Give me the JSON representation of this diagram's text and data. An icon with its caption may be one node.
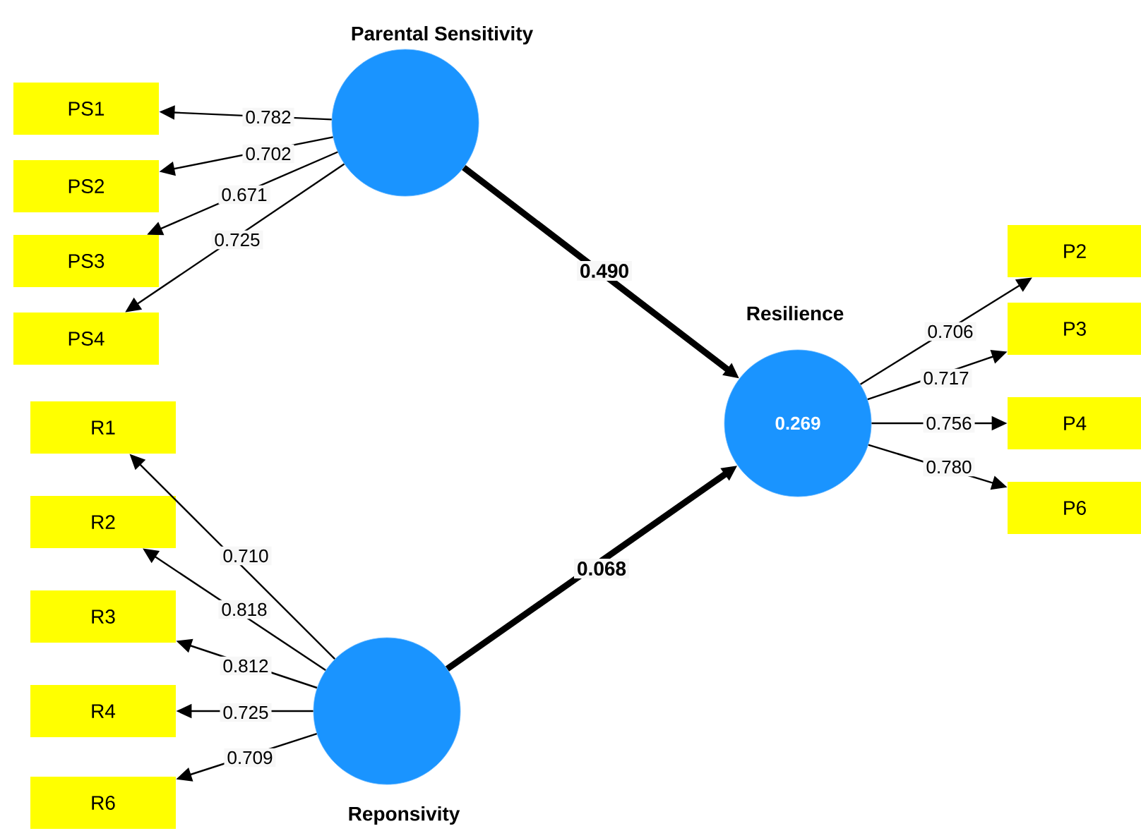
{
  "diagram": {
    "nodes": [
      {
        "text": [
          "Parental Sensitivity"
        ]
      },
      {
        "text": [
          "PS1"
        ]
      },
      {
        "text": [
          "PS2"
        ]
      },
      {
        "text": [
          "PS3"
        ]
      },
      {
        "text": [
          "PS4"
        ]
      },
      {
        "text": [
          "Resilience",
          "0.269"
        ]
      },
      {
        "text": [
          "P2"
        ]
      },
      {
        "text": [
          "P3"
        ]
      },
      {
        "text": [
          "P4"
        ]
      },
      {
        "text": [
          "P6"
        ]
      },
      {
        "text": [
          "Reponsivity"
        ]
      },
      {
        "text": [
          "R1"
        ]
      },
      {
        "text": [
          "R2"
        ]
      },
      {
        "text": [
          "R3"
        ]
      },
      {
        "text": [
          "R4"
        ]
      },
      {
        "text": [
          "R6"
        ]
      }
    ],
    "edges": [
      {
        "from": 0,
        "to": 1,
        "arrow": "to",
        "label": "0.782"
      },
      {
        "from": 0,
        "to": 2,
        "arrow": "to",
        "label": "0.702"
      },
      {
        "from": 0,
        "to": 3,
        "arrow": "to",
        "label": "0.671"
      },
      {
        "from": 0,
        "to": 4,
        "arrow": "to",
        "label": "0.725"
      },
      {
        "from": 0,
        "to": 5,
        "arrow": "to",
        "label": "0.490",
        "style": "thick"
      },
      {
        "from": 10,
        "to": 5,
        "arrow": "to",
        "label": "0.068",
        "style": "thick"
      },
      {
        "from": 5,
        "to": 6,
        "arrow": "to",
        "label": "0.706"
      },
      {
        "from": 5,
        "to": 7,
        "arrow": "to",
        "label": "0.717"
      },
      {
        "from": 5,
        "to": 8,
        "arrow": "to",
        "label": "0.756"
      },
      {
        "from": 5,
        "to": 9,
        "arrow": "to",
        "label": "0.780"
      },
      {
        "from": 10,
        "to": 11,
        "arrow": "to",
        "label": "0.710"
      },
      {
        "from": 10,
        "to": 12,
        "arrow": "to",
        "label": "0.818"
      },
      {
        "from": 10,
        "to": 13,
        "arrow": "to",
        "label": "0.812"
      },
      {
        "from": 10,
        "to": 14,
        "arrow": "to",
        "label": "0.725"
      },
      {
        "from": 10,
        "to": 15,
        "arrow": "to",
        "label": "0.709"
      }
    ]
  }
}
